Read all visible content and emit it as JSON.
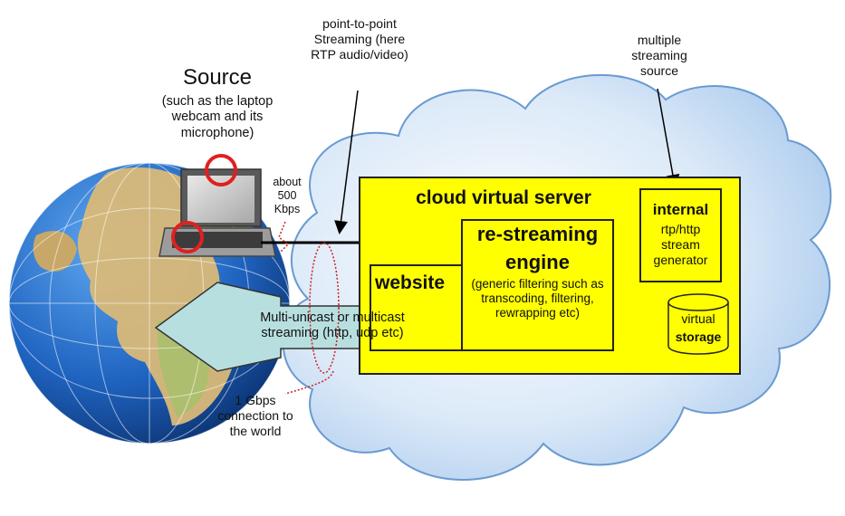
{
  "source": {
    "title": "Source",
    "subtitle": "(such as the laptop webcam and its microphone)"
  },
  "bandwidth_note": "about 500 Kbps",
  "ptp_note": "point-to-point Streaming (here RTP audio/video)",
  "multiple_note": "multiple streaming source",
  "server": {
    "title": "cloud virtual server",
    "engine_title": "re-streaming engine",
    "engine_desc": "(generic filtering such as transcoding, filtering, rewrapping etc)",
    "website": "website",
    "internal_title": "internal",
    "internal_desc": "rtp/http stream generator",
    "storage_top": "virtual",
    "storage_bottom": "storage"
  },
  "multicast_label": "Multi-unicast or multicast streaming (http, udp etc)",
  "gbps_note": "1 Gbps connection to the world",
  "colors": {
    "server_fill": "#ffff00",
    "arrow_fill": "#b8dfe0",
    "cloud_fill": "#cfe3f6",
    "ocean": "#1a5fb4",
    "marker": "#e02020",
    "dotted": "#cc2222"
  }
}
